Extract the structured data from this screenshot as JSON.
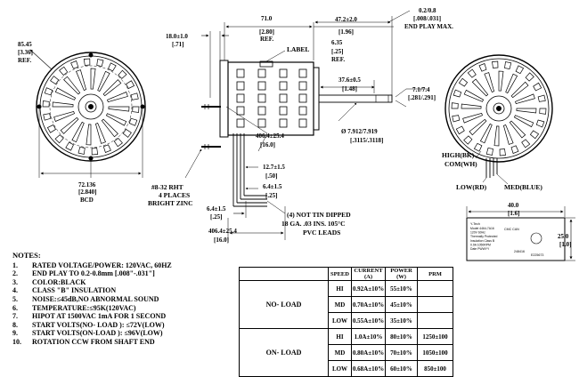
{
  "front_view": {
    "dia_mm": "85.45",
    "dia_in": "[3.36]",
    "dia_ref": "REF.",
    "bcd_mm": "72.136",
    "bcd_in": "[2.840]",
    "bcd_label": "BCD"
  },
  "side_view": {
    "length_mm": "71.0",
    "length_in": "[2.80]",
    "length_ref": "REF.",
    "rim_mm": "18.0±1.0",
    "rim_in": "[.71]",
    "shaft_mm": "47.2±2.0",
    "shaft_in": "[1.96]",
    "endplay_mm": "0.2/0.8",
    "endplay_in": "[.008/.031]",
    "endplay_label": "END PLAY MAX.",
    "label_text": "LABEL",
    "dim635_mm": "6.35",
    "dim635_in": "[.25]",
    "dim635_ref": "REF.",
    "dim376_mm": "37.6±0.5",
    "dim376_in": "[1.48]",
    "flat_mm": "7.1/7.4",
    "flat_in": "[.281/.291]",
    "shaftdia_mm": "Ø 7.912/7.919",
    "shaftdia_in": "[.3115/.3118]",
    "lead1_mm": "406.4±25.4",
    "lead1_in": "[16.0]",
    "dim127_mm": "12.7±1.5",
    "dim127_in": "[.50]",
    "dim64a_mm": "6.4±1.5",
    "dim64a_in": "[.25]",
    "dim64b_mm": "6.4±1.5",
    "dim64b_in": "[.25]",
    "lead2_mm": "406.4±25.4",
    "lead2_in": "[16.0]",
    "screw_line1": "#8-32 RHT",
    "screw_line2": "4 PLACES",
    "screw_line3": "BRIGHT ZINC",
    "leads_line1": "(4) NOT TIN DIPPED",
    "leads_line2": "18 GA.  .03 INS. 105°C",
    "leads_line3": "PVC LEADS"
  },
  "rear_view": {
    "high_label": "HIGH(BK)",
    "com_label": "COM(WH)",
    "low_label": "LOW(RD)",
    "med_label": "MED(BLUE)"
  },
  "label_detail": {
    "width_mm": "40.0",
    "width_in": "[1.6]",
    "height_mm": "25.0",
    "height_in": "[1.0]",
    "text_lines": [
      "Model 4464-7A16",
      "120V 60Hz",
      "Thermally Protected",
      "Insulation Class B",
      "0.9A 1050RPM",
      "Date PWWYY"
    ],
    "brand": "Y-Tech",
    "cert": "CMC CAN",
    "bottom_code": "E225673",
    "serial": "248416"
  },
  "notes": {
    "title": "NOTES:",
    "items": [
      {
        "num": "1.",
        "text": "RATED VOLTAGE/POWER: 120VAC, 60HZ"
      },
      {
        "num": "2.",
        "text": "END PLAY TO 0.2-0.8mm [.008\"-.031\"]"
      },
      {
        "num": "3.",
        "text": "COLOR:BLACK"
      },
      {
        "num": "4.",
        "text": "CLASS \"B\" INSULATION"
      },
      {
        "num": "5.",
        "text": "NOISE:≤45dB,NO ABNORMAL SOUND"
      },
      {
        "num": "6.",
        "text": "TEMPERATURE:≤95K(120VAC)"
      },
      {
        "num": "7.",
        "text": "HIPOT AT 1500VAC 1mA FOR 1 SECOND"
      },
      {
        "num": "8.",
        "text": "START VOLTS(NO- LOAD ): ≤72V(LOW)"
      },
      {
        "num": "9.",
        "text": "START VOLTS(ON-LOAD ): ≤96V(LOW)"
      },
      {
        "num": "10.",
        "text": "ROTATION CCW FROM SHAFT END"
      }
    ]
  },
  "spec_table": {
    "headers": [
      "SPEED",
      "CURRENT (A)",
      "POWER (W)",
      "PRM"
    ],
    "groups": [
      {
        "name": "NO- LOAD",
        "rows": [
          {
            "speed": "HI",
            "current": "0.92A±10%",
            "power": "55±10%",
            "rpm": ""
          },
          {
            "speed": "MD",
            "current": "0.70A±10%",
            "power": "45±10%",
            "rpm": ""
          },
          {
            "speed": "LOW",
            "current": "0.55A±10%",
            "power": "35±10%",
            "rpm": ""
          }
        ]
      },
      {
        "name": "ON- LOAD",
        "rows": [
          {
            "speed": "HI",
            "current": "1.0A±10%",
            "power": "80±10%",
            "rpm": "1250±100"
          },
          {
            "speed": "MD",
            "current": "0.80A±10%",
            "power": "70±10%",
            "rpm": "1050±100"
          },
          {
            "speed": "LOW",
            "current": "0.68A±10%",
            "power": "60±10%",
            "rpm": "850±100"
          }
        ]
      }
    ]
  }
}
